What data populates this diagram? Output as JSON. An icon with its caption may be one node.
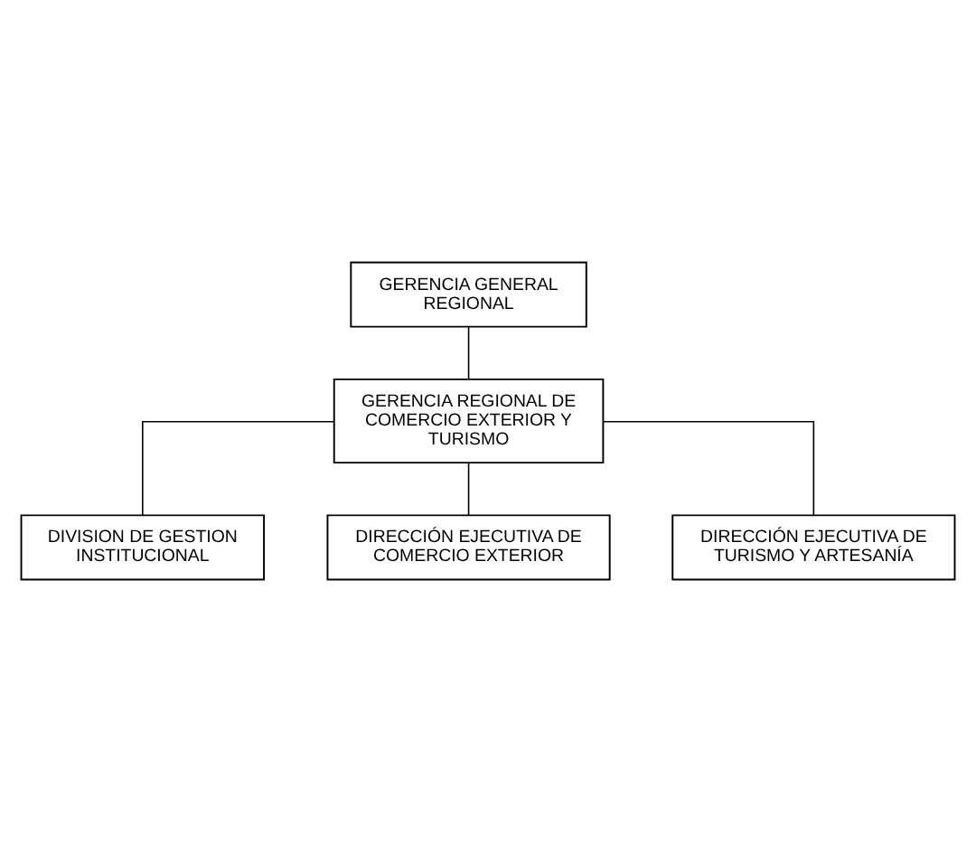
{
  "diagram": {
    "nodes": [
      {
        "text": [
          "GERENCIA GENERAL REGIONAL"
        ]
      },
      {
        "text": [
          "GERENCIA REGIONAL DE COMERCIO EXTERIOR Y TURISMO"
        ]
      },
      {
        "text": [
          "DIVISION DE GESTION INSTITUCIONAL"
        ]
      },
      {
        "text": [
          "DIRECCIÓN EJECUTIVA DE COMERCIO EXTERIOR"
        ]
      },
      {
        "text": [
          "DIRECCIÓN EJECUTIVA DE TURISMO Y ARTESANÍA"
        ]
      }
    ],
    "edges": [
      {
        "from": 0,
        "to": 1,
        "arrow": "none"
      },
      {
        "from": 1,
        "to": 2,
        "arrow": "none"
      },
      {
        "from": 1,
        "to": 3,
        "arrow": "none"
      },
      {
        "from": 1,
        "to": 4,
        "arrow": "none"
      }
    ]
  }
}
